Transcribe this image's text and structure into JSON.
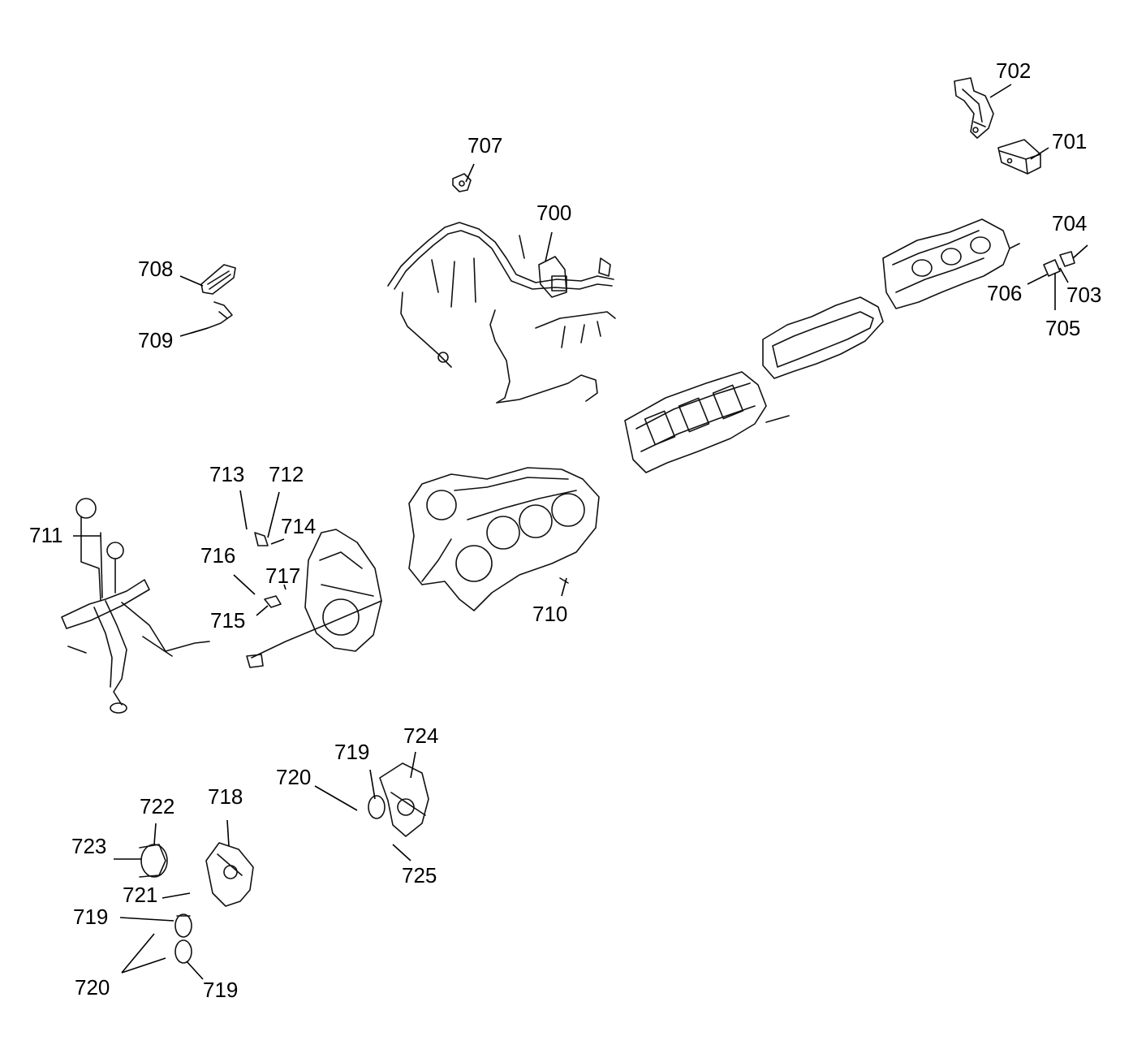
{
  "callouts": {
    "c700": "700",
    "c701": "701",
    "c702": "702",
    "c703": "703",
    "c704": "704",
    "c705": "705",
    "c706": "706",
    "c707": "707",
    "c708": "708",
    "c709": "709",
    "c710": "710",
    "c711": "711",
    "c712": "712",
    "c713": "713",
    "c714": "714",
    "c715": "715",
    "c716": "716",
    "c717": "717",
    "c718": "718",
    "c719a": "719",
    "c719b": "719",
    "c719c": "719",
    "c720a": "720",
    "c720b": "720",
    "c721": "721",
    "c722": "722",
    "c723": "723",
    "c724": "724",
    "c725": "725"
  }
}
